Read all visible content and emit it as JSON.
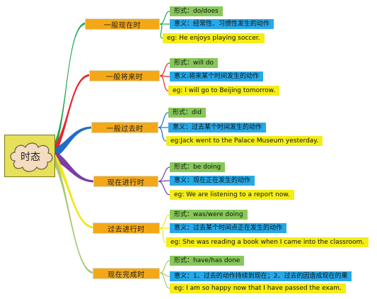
{
  "root": {
    "label": "时态"
  },
  "branches": [
    {
      "topic": "一般现在时",
      "color": "#22a84a",
      "form": "形式：do/does",
      "meaning": "意义：经常性、习惯性发生的动作",
      "example": "eg: He enjoys playing soccer."
    },
    {
      "topic": "一般将来时",
      "color": "#e8262a",
      "form": "形式：will do",
      "meaning": "意义:将来某个时间发生的动作",
      "example": "eg: I will go to Beijing tomorrow."
    },
    {
      "topic": "一般过去时",
      "color": "#1e6fc4",
      "form": "形式：did",
      "meaning": "意义：过去某个时间发生的动作",
      "example": "eg:Jack went to the Palace Museum yesterday."
    },
    {
      "topic": "现在进行时",
      "color": "#7b3fa0",
      "form": "形式：be doing",
      "meaning": "意义：现在正在发生的动作",
      "example": "eg: We are listening to a report now."
    },
    {
      "topic": "过去进行时",
      "color": "#f4e41c",
      "form": "形式：was/were doing",
      "meaning": "意义：过去某个时间点正在发生的动作",
      "example": "eg: She was reading a book when I came into the classroom."
    },
    {
      "topic": "现在完成时",
      "color": "#a8c878",
      "form": "形式：have/has done",
      "meaning": "意义：1、过去的动作持续到现在；2、过去的因造成现在的果",
      "example": "eg: I am so happy now  that I have passed the exam."
    }
  ]
}
